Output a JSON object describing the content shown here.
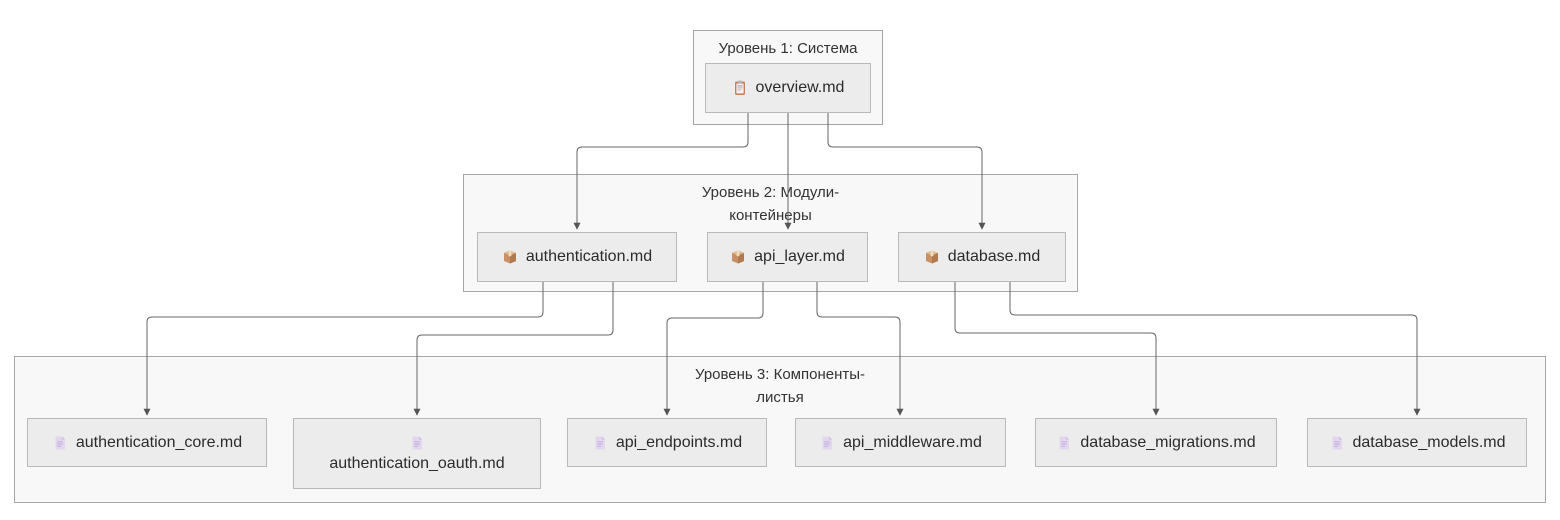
{
  "diagram": {
    "clusters": [
      {
        "id": "level1",
        "line1": "Уровень 1: Система",
        "line2": ""
      },
      {
        "id": "level2",
        "line1": "Уровень 2: Модули-",
        "line2": "контейнеры"
      },
      {
        "id": "level3",
        "line1": "Уровень 3: Компоненты-",
        "line2": "листья"
      }
    ],
    "nodes": [
      {
        "id": "overview",
        "label": "overview.md",
        "icon": "clipboard-icon",
        "cluster": "level1"
      },
      {
        "id": "authentication",
        "label": "authentication.md",
        "icon": "package-icon",
        "cluster": "level2"
      },
      {
        "id": "api_layer",
        "label": "api_layer.md",
        "icon": "package-icon",
        "cluster": "level2"
      },
      {
        "id": "database",
        "label": "database.md",
        "icon": "package-icon",
        "cluster": "level2"
      },
      {
        "id": "authentication_core",
        "label": "authentication_core.md",
        "icon": "page-icon",
        "cluster": "level3"
      },
      {
        "id": "authentication_oauth",
        "label": "authentication_oauth.md",
        "icon": "page-icon",
        "cluster": "level3"
      },
      {
        "id": "api_endpoints",
        "label": "api_endpoints.md",
        "icon": "page-icon",
        "cluster": "level3"
      },
      {
        "id": "api_middleware",
        "label": "api_middleware.md",
        "icon": "page-icon",
        "cluster": "level3"
      },
      {
        "id": "database_migrations",
        "label": "database_migrations.md",
        "icon": "page-icon",
        "cluster": "level3"
      },
      {
        "id": "database_models",
        "label": "database_models.md",
        "icon": "page-icon",
        "cluster": "level3"
      }
    ],
    "edges": [
      {
        "from": "overview.md",
        "to": "authentication.md"
      },
      {
        "from": "overview.md",
        "to": "api_layer.md"
      },
      {
        "from": "overview.md",
        "to": "database.md"
      },
      {
        "from": "authentication.md",
        "to": "authentication_core.md"
      },
      {
        "from": "authentication.md",
        "to": "authentication_oauth.md"
      },
      {
        "from": "api_layer.md",
        "to": "api_endpoints.md"
      },
      {
        "from": "api_layer.md",
        "to": "api_middleware.md"
      },
      {
        "from": "database.md",
        "to": "database_migrations.md"
      },
      {
        "from": "database.md",
        "to": "database_models.md"
      }
    ],
    "colors": {
      "node_fill": "#ececec",
      "node_border": "#b9b9b9",
      "cluster_fill": "#f8f8f8",
      "cluster_border": "#a6a6a6",
      "edge": "#666666",
      "arrowhead": "#555555",
      "text": "#333333",
      "clipboard_icon": "#c9825a",
      "package_icon": "#c89067",
      "page_icon": "#e3d7f0"
    }
  }
}
